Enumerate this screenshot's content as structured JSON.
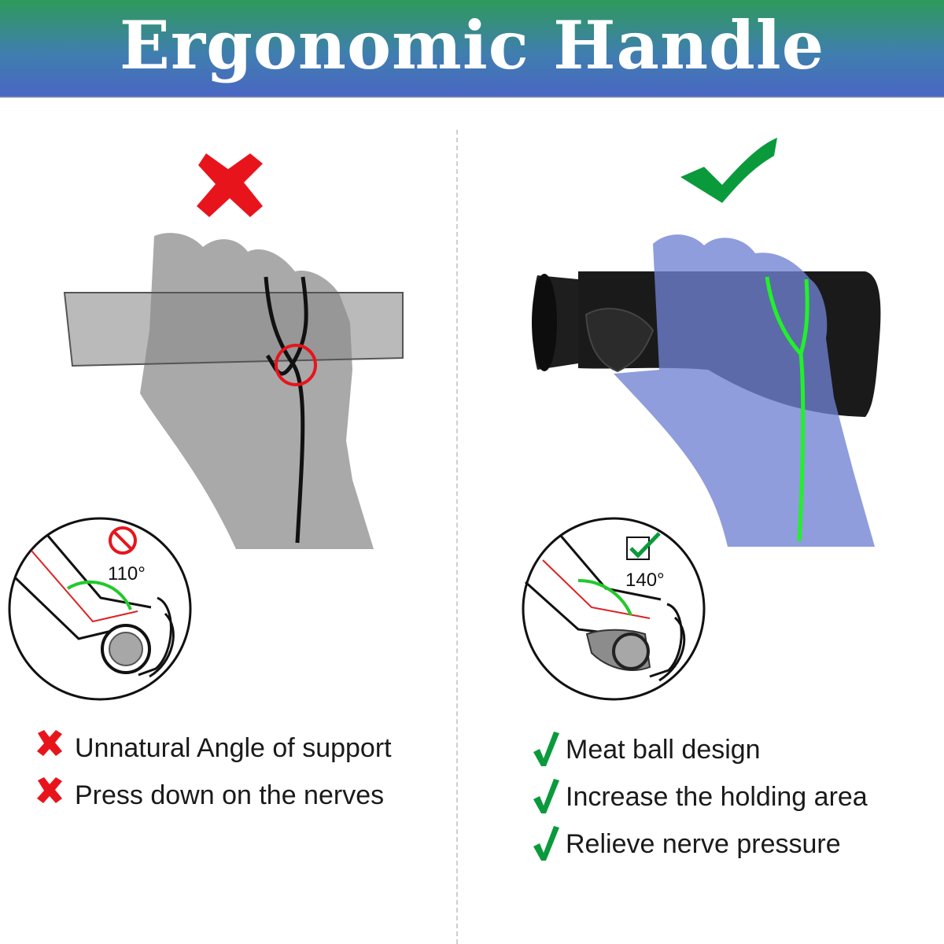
{
  "header": {
    "title": "Ergonomic Handle"
  },
  "colors": {
    "bad": "#e8141c",
    "good": "#0a9a3c",
    "nerve_good": "#22f02a",
    "hand_good": "#6f82d2",
    "hand_bad": "#a9a9a9"
  },
  "bad_panel": {
    "angle": "110°",
    "points": [
      {
        "text": "Unnatural Angle of support"
      },
      {
        "text": "Press down on the nerves"
      }
    ]
  },
  "good_panel": {
    "angle": "140°",
    "points": [
      {
        "text": "Meat ball design"
      },
      {
        "text": "Increase the holding area"
      },
      {
        "text": "Relieve nerve pressure"
      }
    ]
  }
}
